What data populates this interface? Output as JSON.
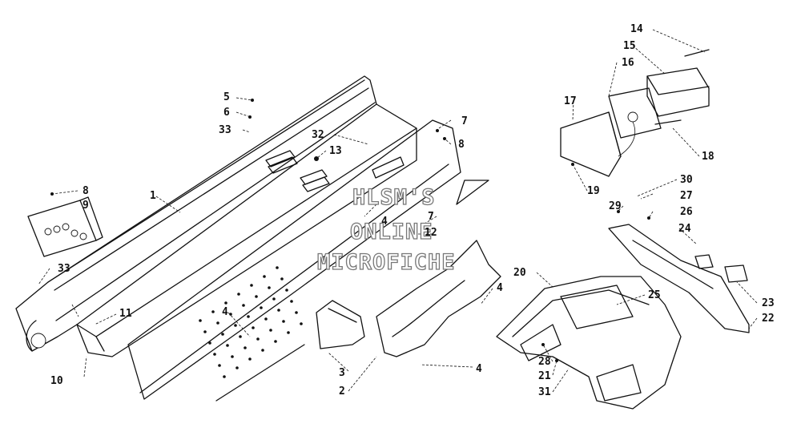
{
  "callouts": {
    "c1": "1",
    "c2": "2",
    "c3": "3",
    "c4a": "4",
    "c4b": "4",
    "c4c": "4",
    "c4d": "4",
    "c5": "5",
    "c6": "6",
    "c7a": "7",
    "c7b": "7",
    "c8a": "8",
    "c8b": "8",
    "c9": "9",
    "c10": "10",
    "c11": "11",
    "c12": "12",
    "c13": "13",
    "c14": "14",
    "c15": "15",
    "c16": "16",
    "c17": "17",
    "c18": "18",
    "c19": "19",
    "c20": "20",
    "c21": "21",
    "c22": "22",
    "c23": "23",
    "c24": "24",
    "c25": "25",
    "c26": "26",
    "c27": "27",
    "c28": "28",
    "c29": "29",
    "c30": "30",
    "c31": "31",
    "c32": "32",
    "c33a": "33",
    "c33b": "33"
  },
  "watermark": {
    "line1": "HLSM'S",
    "line2": "ONLINE",
    "line3": "MICROFICHE"
  },
  "colors": {
    "ink": "#111111",
    "background": "#ffffff",
    "watermark_outline": "#777777"
  }
}
